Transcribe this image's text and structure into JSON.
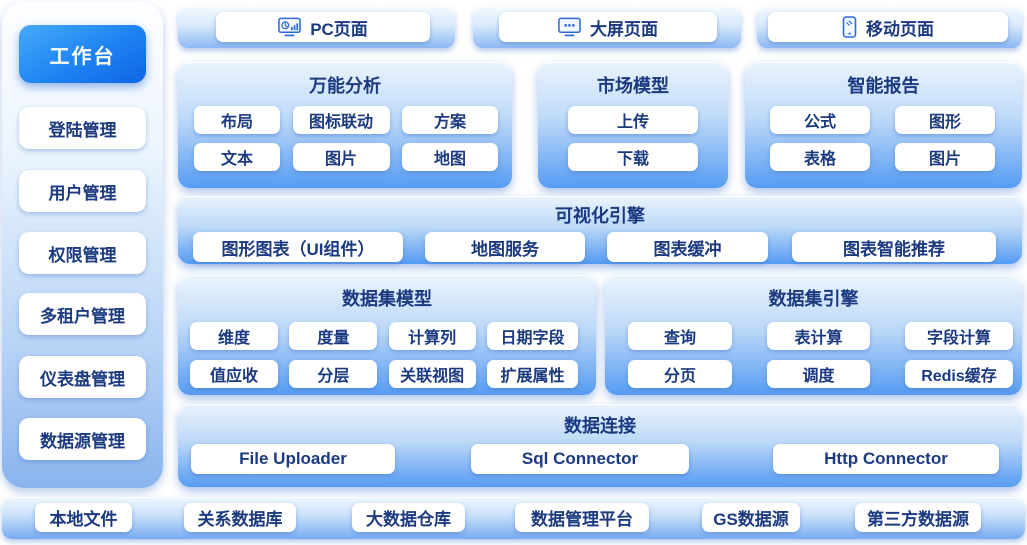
{
  "colors": {
    "active_blue_top": "#45aaf8",
    "active_blue_bottom": "#0f64e4",
    "panel_blue_bottom": "#559bf2",
    "panel_blue_top": "#ebf4fd",
    "text_navy": "#1b3a80",
    "button_bg": "#ffffff",
    "icon_stroke": "#2e6bd3"
  },
  "sidebar": {
    "active_item": {
      "label": "工作台"
    },
    "items": [
      {
        "label": "登陆管理"
      },
      {
        "label": "用户管理"
      },
      {
        "label": "权限管理"
      },
      {
        "label": "多租户管理"
      },
      {
        "label": "仪表盘管理"
      },
      {
        "label": "数据源管理"
      }
    ]
  },
  "top_nav": {
    "items": [
      {
        "icon": "pc-monitor-chart-icon",
        "label": "PC页面"
      },
      {
        "icon": "bigscreen-monitor-icon",
        "label": "大屏页面"
      },
      {
        "icon": "mobile-phone-icon",
        "label": "移动页面"
      }
    ]
  },
  "sections": {
    "universal_analysis": {
      "title": "万能分析",
      "buttons": [
        "布局",
        "图标联动",
        "方案",
        "文本",
        "图片",
        "地图"
      ]
    },
    "market_model": {
      "title": "市场模型",
      "buttons": [
        "上传",
        "下载"
      ]
    },
    "smart_report": {
      "title": "智能报告",
      "buttons": [
        "公式",
        "图形",
        "表格",
        "图片"
      ]
    },
    "visualization_engine": {
      "title": "可视化引擎",
      "buttons": [
        "图形图表（UI组件）",
        "地图服务",
        "图表缓冲",
        "图表智能推荐"
      ]
    },
    "dataset_model": {
      "title": "数据集模型",
      "buttons": [
        "维度",
        "度量",
        "计算列",
        "日期字段",
        "值应收",
        "分层",
        "关联视图",
        "扩展属性"
      ]
    },
    "dataset_engine": {
      "title": "数据集引擎",
      "buttons": [
        "查询",
        "表计算",
        "字段计算",
        "分页",
        "调度",
        "Redis缓存"
      ]
    },
    "data_connection": {
      "title": "数据连接",
      "buttons": [
        "File Uploader",
        "Sql Connector",
        "Http Connector"
      ]
    }
  },
  "bottom_bar": {
    "items": [
      "本地文件",
      "关系数据库",
      "大数据仓库",
      "数据管理平台",
      "GS数据源",
      "第三方数据源"
    ]
  }
}
